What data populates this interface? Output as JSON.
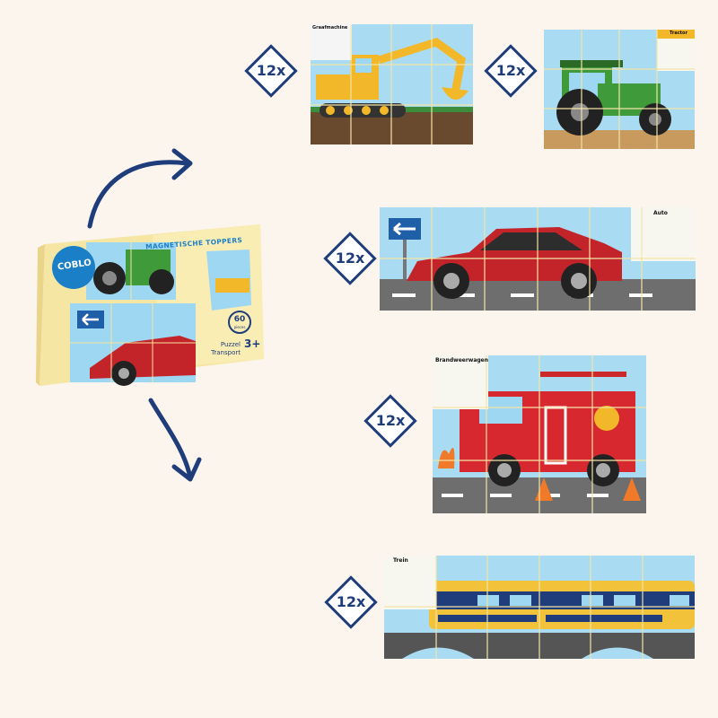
{
  "colors": {
    "background": "#fbf5ee",
    "navy": "#1f3d7a",
    "box_yellow": "#f6e6a3"
  },
  "box": {
    "brand": "COBLO",
    "title": "MAGNETISCHE TOPPERS",
    "pieces_count": "60",
    "pieces_label": "pieces",
    "subtitle_line1": "Puzzel",
    "subtitle_line2": "Transport",
    "age": "3+"
  },
  "puzzles": [
    {
      "id": "graafmachine",
      "count": "12x",
      "title": "Graafmachine"
    },
    {
      "id": "tractor",
      "count": "12x",
      "title": "Tractor"
    },
    {
      "id": "auto",
      "count": "12x",
      "title": "Auto"
    },
    {
      "id": "brandweerwagen",
      "count": "12x",
      "title": "Brandweerwagen"
    },
    {
      "id": "trein",
      "count": "12x",
      "title": "Trein"
    }
  ]
}
